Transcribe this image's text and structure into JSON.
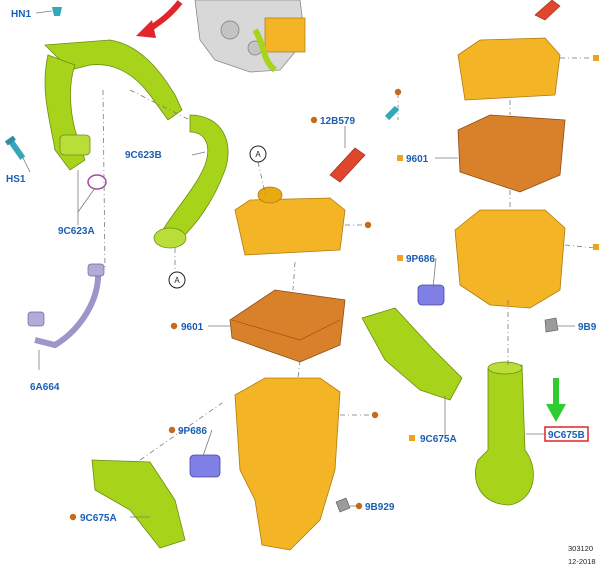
{
  "labels": {
    "hn1": "HN1",
    "hs1": "HS1",
    "p9c623a": "9C623A",
    "p9c623b": "9C623B",
    "p6a664": "6A664",
    "p12b579": "12B579",
    "p9601_left": "9601",
    "p9601_right": "9601",
    "p9p686_left": "9P686",
    "p9p686_right": "9P686",
    "p9b929_left": "9B929",
    "p9b929_right": "9B9",
    "p9c675a_left": "9C675A",
    "p9c675a_right": "9C675A",
    "p9c675b": "9C675B",
    "callout_a": "A"
  },
  "footer": {
    "code": "303120",
    "date": "12-2018"
  },
  "colors": {
    "label_blue": "#1a5fb4",
    "highlight_red": "#e0262b",
    "pointer_green": "#2ecc2e",
    "hose_green": "#a7d31b",
    "box_yellow": "#f3b525",
    "filter_orange": "#d9812a",
    "sensor_blue": "#7f7fe6",
    "tube_purple": "#9e95c8"
  },
  "icons": [
    "direction-arrow-icon",
    "pointer-arrow-icon"
  ]
}
